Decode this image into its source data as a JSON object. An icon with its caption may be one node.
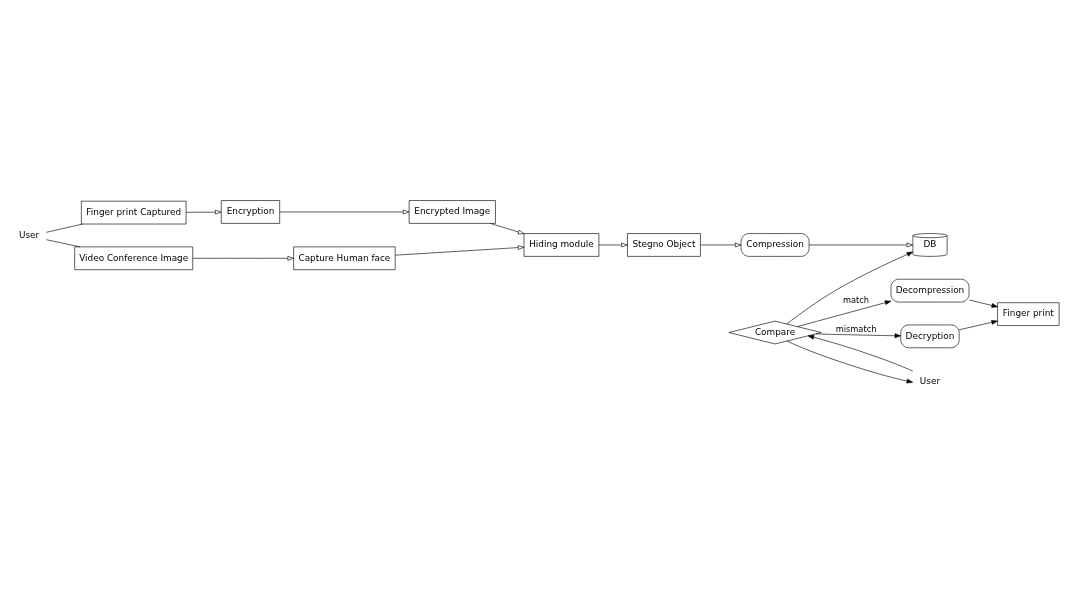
{
  "diagram": {
    "nodes": [
      {
        "text": [
          "User"
        ]
      },
      {
        "text": [
          "Finger print Captured"
        ]
      },
      {
        "text": [
          "Encryption"
        ]
      },
      {
        "text": [
          "Encrypted Image"
        ]
      },
      {
        "text": [
          "Video Conference Image"
        ]
      },
      {
        "text": [
          "Capture Human face"
        ]
      },
      {
        "text": [
          "Hiding module"
        ]
      },
      {
        "text": [
          "DB"
        ]
      },
      {
        "text": [
          "Compression"
        ]
      },
      {
        "text": [
          "Stegno Object"
        ]
      },
      {
        "text": [
          "Compare"
        ]
      },
      {
        "text": [
          "Decompression"
        ]
      },
      {
        "text": [
          "Decryption"
        ]
      },
      {
        "text": [
          "Finger print"
        ]
      },
      {
        "text": [
          "User"
        ]
      }
    ],
    "edges": [
      {
        "from": 0,
        "to": 1,
        "arrow": "none"
      },
      {
        "from": 0,
        "to": 4,
        "arrow": "none"
      },
      {
        "from": 1,
        "to": 2,
        "arrow": "to"
      },
      {
        "from": 2,
        "to": 3,
        "arrow": "to"
      },
      {
        "from": 3,
        "to": 6,
        "arrow": "to"
      },
      {
        "from": 4,
        "to": 5,
        "arrow": "to"
      },
      {
        "from": 5,
        "to": 6,
        "arrow": "to"
      },
      {
        "from": 6,
        "to": 9,
        "arrow": "to"
      },
      {
        "from": 9,
        "to": 8,
        "arrow": "to"
      },
      {
        "from": 8,
        "to": 7,
        "arrow": "to"
      },
      {
        "from": 10,
        "to": 7,
        "arrow": "to"
      },
      {
        "from": 14,
        "to": 10,
        "arrow": "to"
      },
      {
        "from": 10,
        "to": 14,
        "arrow": "to"
      },
      {
        "from": 10,
        "to": 11,
        "arrow": "to",
        "label": "match"
      },
      {
        "from": 10,
        "to": 12,
        "arrow": "to",
        "label": "mismatch"
      },
      {
        "from": 11,
        "to": 13,
        "arrow": "to"
      },
      {
        "from": 12,
        "to": 13,
        "arrow": "to"
      }
    ]
  }
}
